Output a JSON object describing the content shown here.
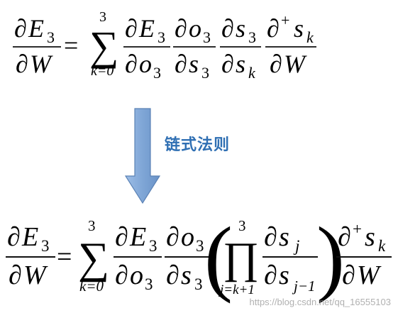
{
  "diagram": {
    "arrow_label": "链式法则",
    "arrow_color": "#7fa6d6",
    "arrow_border": "#5b82b5",
    "label_color": "#2f6fb3"
  },
  "symbols": {
    "partial": "∂",
    "equals": "=",
    "sum": "∑",
    "prod": "∏",
    "plus_sup": "+",
    "upper_limit": "3",
    "sum_lower": "k=0",
    "prod_lower": "j=k+1",
    "lparen": "(",
    "rparen": ")"
  },
  "vars": {
    "E": "E",
    "W": "W",
    "o": "o",
    "s": "s",
    "sub3": "3",
    "subk": "k",
    "subj": "j",
    "subjm1": "j−1"
  },
  "watermark": "https://blog.csdn.net/qq_16555103"
}
